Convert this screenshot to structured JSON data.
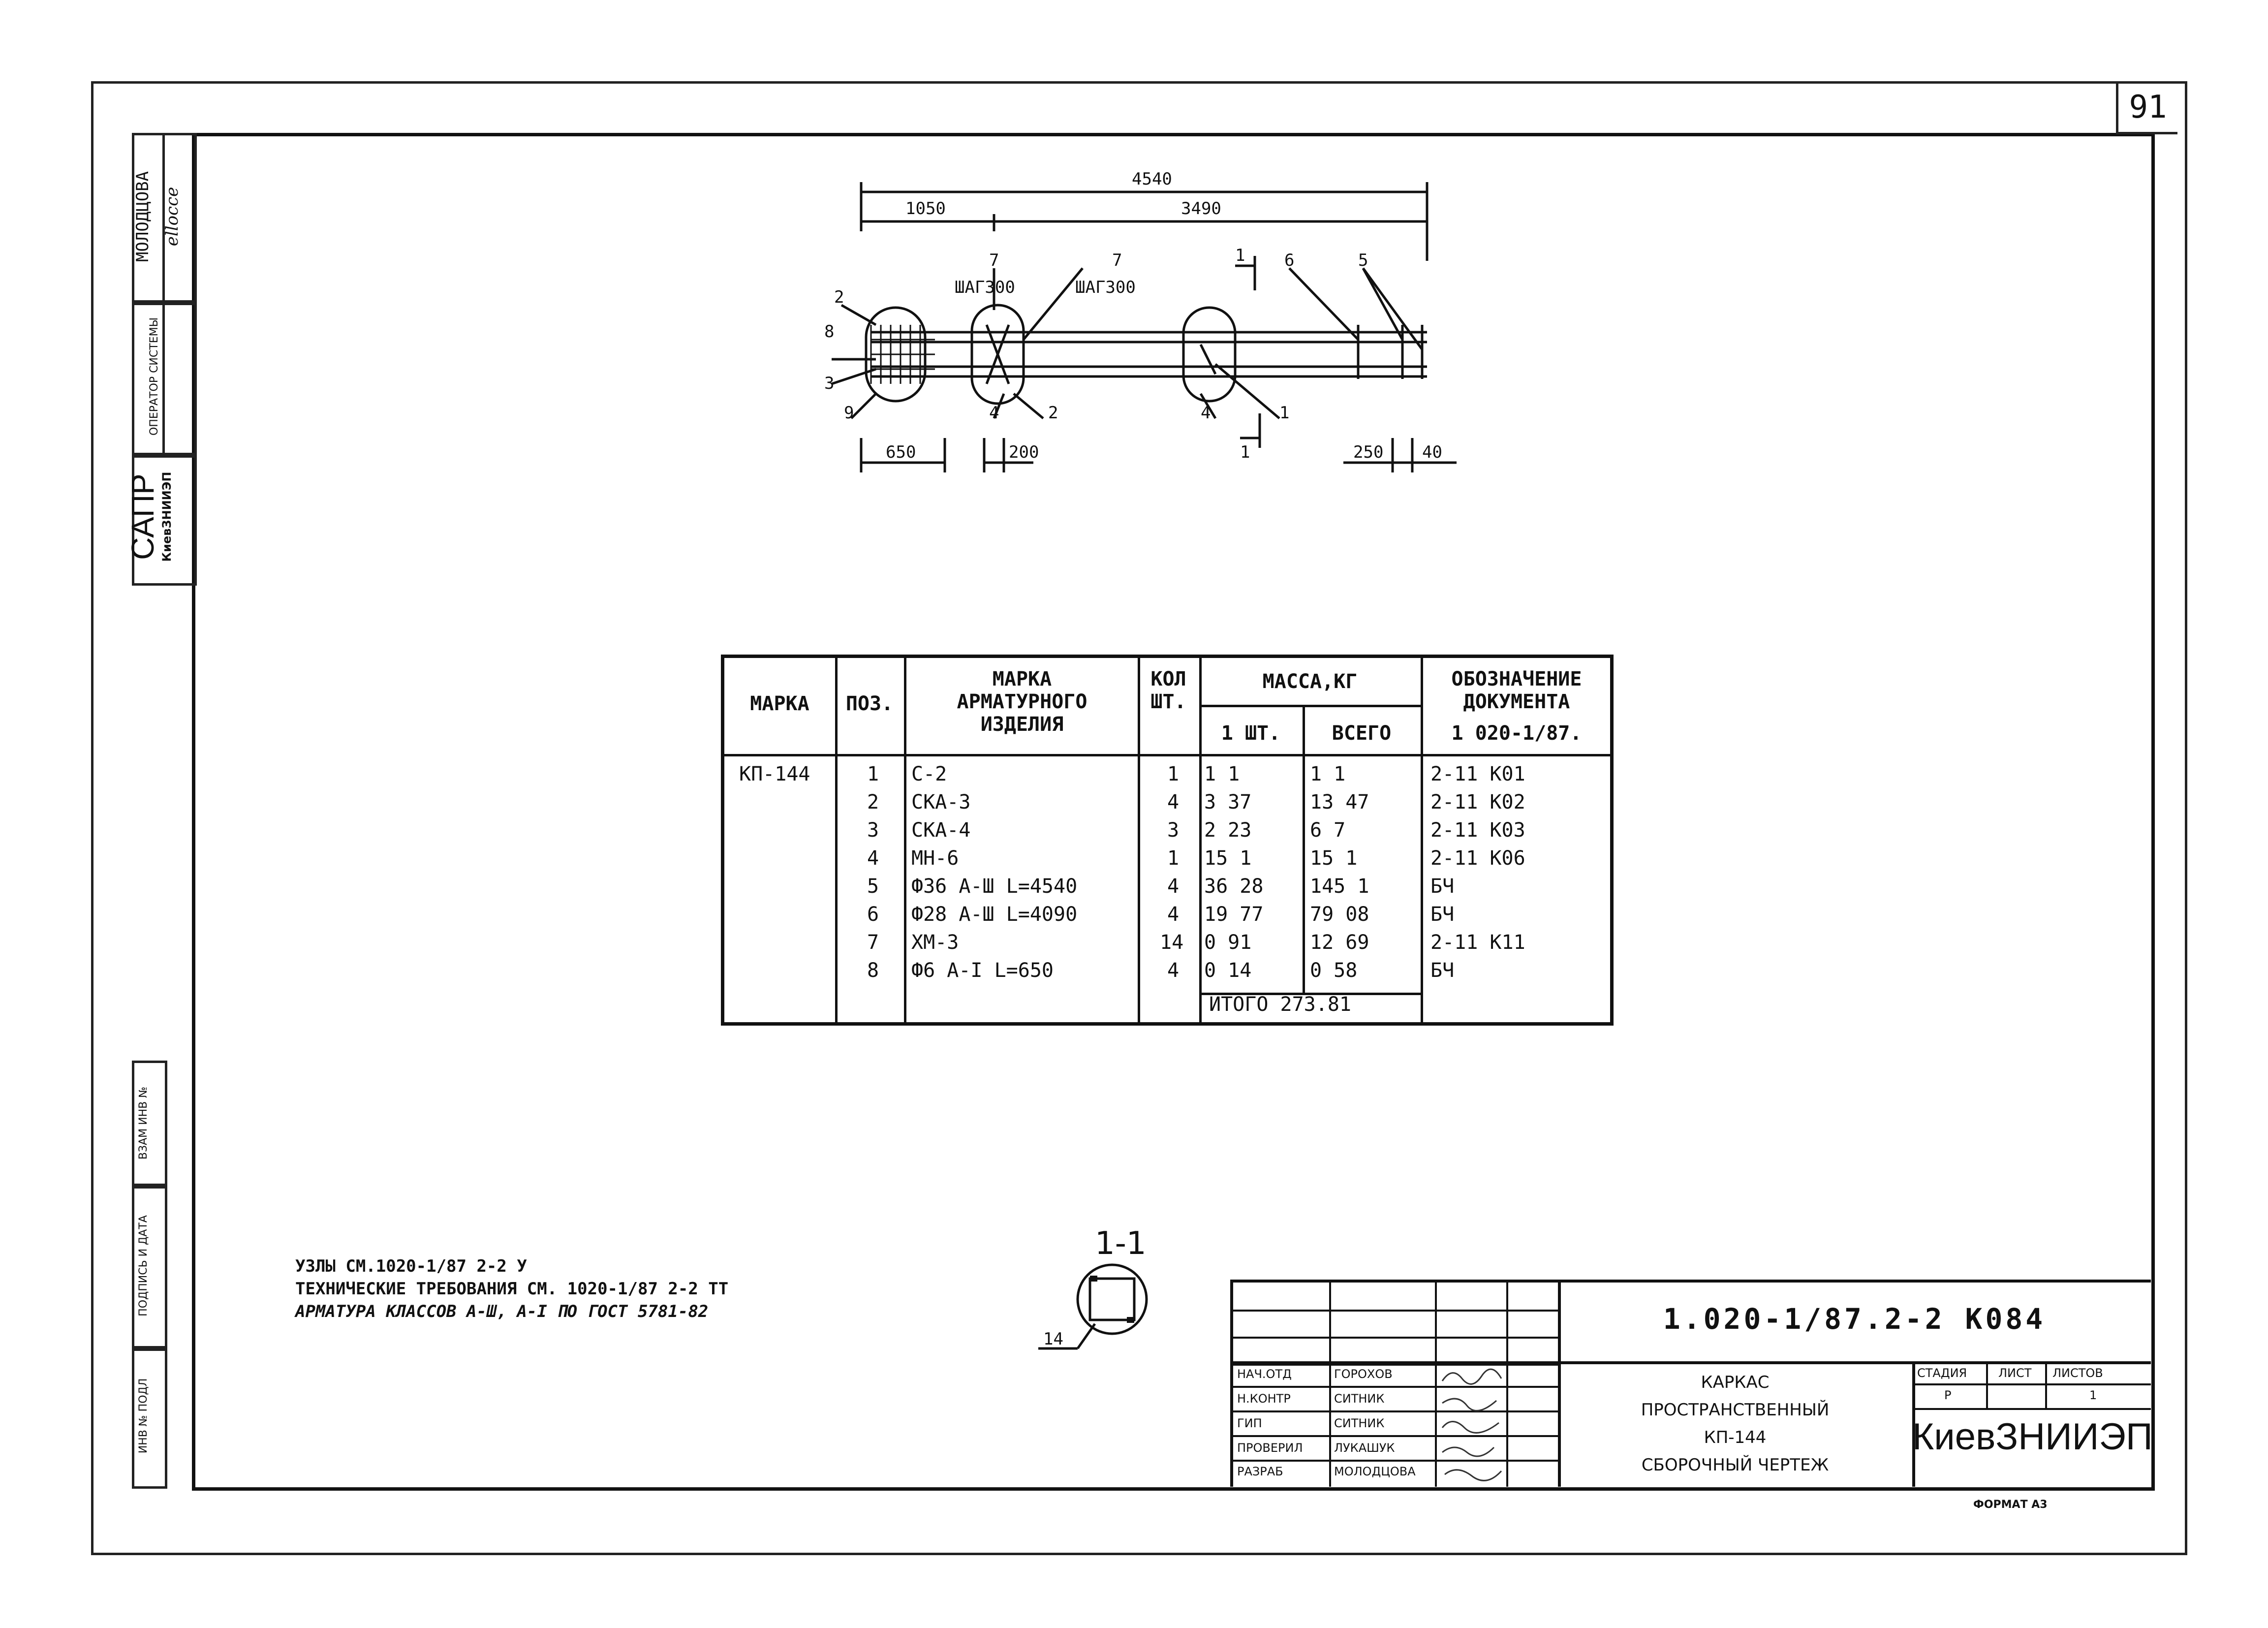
{
  "sheet": {
    "page_number": "91",
    "format": "ФОРМАТ А3"
  },
  "left_stamp": {
    "org_big": "САПР",
    "org_small": "КиевЗНИИЭП",
    "operator_label": "ОПЕРАТОР СИСТЕМЫ",
    "operator_name": "МОЛОДЦОВА",
    "operator_sign": "ellocce",
    "bottom_labels": [
      "ВЗАМ ИНВ №",
      "ПОДПИСЬ И ДАТА",
      "ИНВ № ПОДЛ"
    ]
  },
  "drawing": {
    "dims": {
      "total": "4540",
      "left": "1050",
      "right": "3490",
      "bottom_1": "650",
      "bottom_2": "200",
      "bottom_3": "250",
      "bottom_4": "40"
    },
    "callouts": {
      "p7a": "7",
      "step_a": "ШАГ300",
      "p7b": "7",
      "step_b": "ШАГ300",
      "p2a": "2",
      "p8": "8",
      "p3": "3",
      "p9": "9",
      "p4a": "4",
      "p2b": "2",
      "p4b": "4",
      "p1": "1",
      "p6": "6",
      "p5": "5",
      "cut_top": "1",
      "cut_bottom": "1"
    },
    "section": {
      "label": "1-1",
      "callout": "14"
    }
  },
  "spec_table": {
    "headers": {
      "mark": "МАРКА",
      "pos": "ПОЗ.",
      "item_mark": "МАРКА АРМАТУРНОГО ИЗДЕЛИЯ",
      "qty": "КОЛ ШТ.",
      "mass": "МАССА,КГ",
      "mass_one": "1 ШТ.",
      "mass_total": "ВСЕГО",
      "doc": "ОБОЗНАЧЕНИЕ ДОКУМЕНТА",
      "doc_code": "1 020-1/87."
    },
    "mark_value": "КП-144",
    "rows": [
      {
        "pos": "1",
        "item": "С-2",
        "qty": "1",
        "one": "1 1",
        "total": "1 1",
        "doc": "2-11 К01"
      },
      {
        "pos": "2",
        "item": "СКА-3",
        "qty": "4",
        "one": "3 37",
        "total": "13 47",
        "doc": "2-11 К02"
      },
      {
        "pos": "3",
        "item": "СКА-4",
        "qty": "3",
        "one": "2 23",
        "total": "6 7",
        "doc": "2-11 К03"
      },
      {
        "pos": "4",
        "item": "МН-6",
        "qty": "1",
        "one": "15 1",
        "total": "15 1",
        "doc": "2-11 К06"
      },
      {
        "pos": "5",
        "item": "Ф36 А-Ш L=4540",
        "qty": "4",
        "one": "36 28",
        "total": "145 1",
        "doc": "БЧ"
      },
      {
        "pos": "6",
        "item": "Ф28 А-Ш L=4090",
        "qty": "4",
        "one": "19 77",
        "total": "79 08",
        "doc": "БЧ"
      },
      {
        "pos": "7",
        "item": "ХМ-3",
        "qty": "14",
        "one": "0 91",
        "total": "12 69",
        "doc": "2-11 К11"
      },
      {
        "pos": "8",
        "item": "Ф6 А-I L=650",
        "qty": "4",
        "one": "0 14",
        "total": "0 58",
        "doc": "БЧ"
      }
    ],
    "total": "ИТОГО 273.81"
  },
  "notes": [
    "УЗЛЫ СМ.1020-1/87 2-2 У",
    "ТЕХНИЧЕСКИЕ ТРЕБОВАНИЯ СМ. 1020-1/87 2-2 ТТ",
    "АРМАТУРА КЛАССОВ А-Ш, А-I ПО ГОСТ 5781-82"
  ],
  "title_block": {
    "code": "1.020-1/87.2-2 К084",
    "title_lines": [
      "КАРКАС",
      "ПРОСТРАНСТВЕННЫЙ",
      "КП-144",
      "СБОРОЧНЫЙ ЧЕРТЕЖ"
    ],
    "stage_label": "СТАДИЯ",
    "sheet_label": "ЛИСТ",
    "sheets_label": "ЛИСТОВ",
    "stage": "Р",
    "sheet": "",
    "sheets": "1",
    "org": "КиевЗНИИЭП",
    "roles": [
      {
        "role": "НАЧ.ОТД",
        "name": "ГОРОХОВ"
      },
      {
        "role": "Н.КОНТР",
        "name": "СИТНИК"
      },
      {
        "role": "ГИП",
        "name": "СИТНИК"
      },
      {
        "role": "ПРОВЕРИЛ",
        "name": "ЛУКАШУК"
      },
      {
        "role": "РАЗРАБ",
        "name": "МОЛОДЦОВА"
      }
    ]
  }
}
